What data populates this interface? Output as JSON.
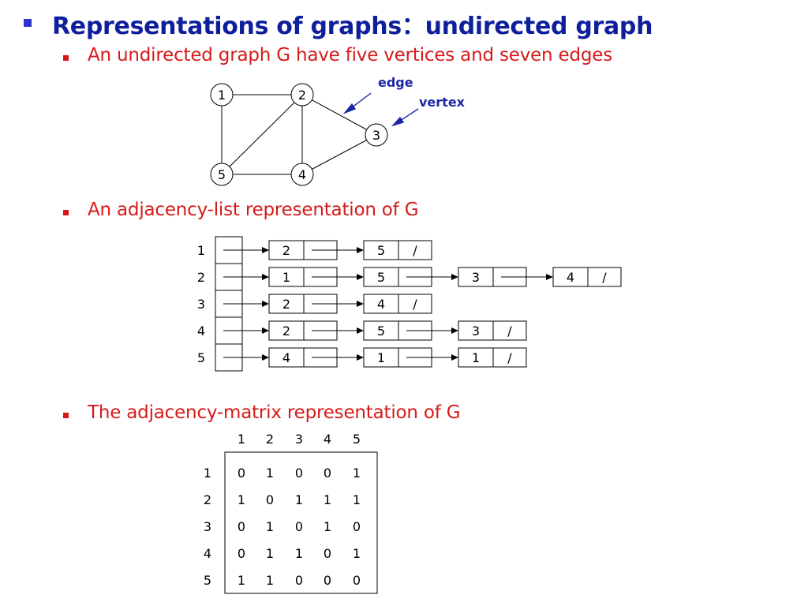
{
  "slide": {
    "title": "Representations of graphs：undirected graph",
    "bullets": [
      "An undirected graph G have five vertices and seven edges",
      "An adjacency-list representation of G",
      "The adjacency-matrix representation of G"
    ],
    "colors": {
      "title": "#0f1f9c",
      "bullet_text": "#d61a1a",
      "annotation": "#1a28a6"
    }
  },
  "graph": {
    "vertices": [
      "1",
      "2",
      "3",
      "4",
      "5"
    ],
    "edges": [
      [
        "1",
        "2"
      ],
      [
        "1",
        "5"
      ],
      [
        "2",
        "5"
      ],
      [
        "2",
        "4"
      ],
      [
        "2",
        "3"
      ],
      [
        "4",
        "5"
      ],
      [
        "3",
        "4"
      ]
    ],
    "annotations": {
      "edge": "edge",
      "vertex": "vertex"
    }
  },
  "adjacency_list": {
    "heads": [
      "1",
      "2",
      "3",
      "4",
      "5"
    ],
    "rows": [
      [
        "2",
        "5"
      ],
      [
        "1",
        "5",
        "3",
        "4"
      ],
      [
        "2",
        "4"
      ],
      [
        "2",
        "5",
        "3"
      ],
      [
        "4",
        "1",
        "1"
      ]
    ],
    "null_symbol": "/"
  },
  "adjacency_matrix": {
    "column_headers": [
      "1",
      "2",
      "3",
      "4",
      "5"
    ],
    "row_headers": [
      "1",
      "2",
      "3",
      "4",
      "5"
    ],
    "values": [
      [
        "0",
        "1",
        "0",
        "0",
        "1"
      ],
      [
        "1",
        "0",
        "1",
        "1",
        "1"
      ],
      [
        "0",
        "1",
        "0",
        "1",
        "0"
      ],
      [
        "0",
        "1",
        "1",
        "0",
        "1"
      ],
      [
        "1",
        "1",
        "0",
        "0",
        "0"
      ]
    ]
  }
}
